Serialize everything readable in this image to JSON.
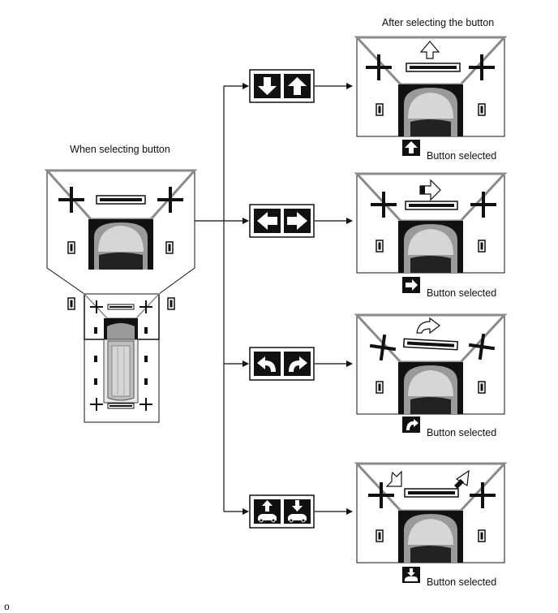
{
  "header": {
    "left_title": "When selecting button",
    "right_title": "After selecting the button"
  },
  "button_groups": [
    {
      "name": "Up / Down",
      "buttons": [
        "arrow-down-button",
        "arrow-up-button"
      ]
    },
    {
      "name": "Left / Right",
      "buttons": [
        "arrow-left-button",
        "arrow-right-button"
      ]
    },
    {
      "name": "Rotate",
      "buttons": [
        "rotate-left-button",
        "rotate-right-button"
      ]
    },
    {
      "name": "Vehicle",
      "buttons": [
        "car-up-button",
        "car-down-button"
      ]
    }
  ],
  "results": [
    {
      "caption": "Button selected",
      "icon": "arrow-up-icon"
    },
    {
      "caption": "Button selected",
      "icon": "arrow-right-icon"
    },
    {
      "caption": "Button selected",
      "icon": "rotate-right-icon"
    },
    {
      "caption": "Button selected",
      "icon": "car-down-icon"
    }
  ],
  "footer": {
    "ref": "o"
  },
  "colors": {
    "frame": "#8a8a8a",
    "ink": "#111111",
    "car": "#9a9a9a",
    "car_light": "#d6d6d6"
  }
}
